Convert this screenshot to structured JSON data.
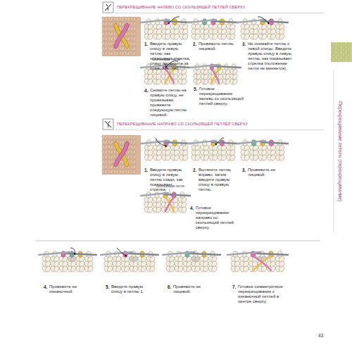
{
  "diagram": {
    "labels": [
      "ПЕРЕКРЕЩИВАНИЕ НАЛЕВО СО СКОЛЬЗЯЩЕЙ ПЕТЛЕЙ СВЕРХУ",
      "1.",
      "Введите правую спицу в левую петлю, как показывает стрелка, спицу проведите за правой петлей.",
      "2.",
      "Провяжите петлю лицевой.",
      "3.",
      "Не снимайте петлю с левой спицы. Введите правую спицу в левую петлю, как показывает стрелка (положение петли не меняется).",
      "Скользящая петля",
      "4.",
      "Снимите петлю на правую спицу, не провязывая, провяжите следующую петлю лицевой.",
      "5.",
      "Готовое перекрещивание налево со скользящей петлей сверху.",
      "Перекрещивание петель (перекрещивание)",
      "ПЕРЕКРЕЩИВАНИЕ НАПРАВО СО СКОЛЬЗЯЩЕЙ ПЕТЛЕЙ СВЕРХУ",
      "1.",
      "Введите правую спицу в левую петлю сзади, как показывает стрелка.",
      "2.",
      "Вытяните петлю вправо, затем введите правую спицу в правую петлю.",
      "3.",
      "Провяжите ее лицевой.",
      "Скользящая петля",
      "4.",
      "Готовое перекрещивание направо со скользящей петлей сверху.",
      "4.",
      "Провяжите ее изнаночной.",
      "5.",
      "Введите правую спицу в петлю 1.",
      "6.",
      "Провяжите ее лицевой.",
      "7.",
      "Готовое симметричное перекрещивание с изнаночной петлей в центре сверху.",
      "43"
    ]
  }
}
